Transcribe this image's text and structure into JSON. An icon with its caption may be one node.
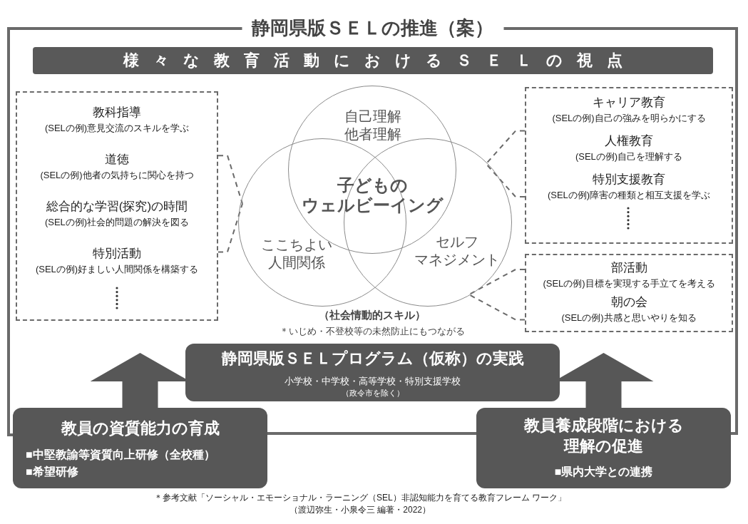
{
  "diagram": {
    "nodes": [
      {
        "text": [
          "静岡県版ＳＥＬの推進（案）"
        ]
      },
      {
        "text": [
          "様々な教育活動におけるＳＥＬの視点"
        ],
        "in": 0
      },
      {
        "text": [
          "教科指導",
          "(SELの例)意見交流のスキルを学ぶ",
          "道徳",
          "(SELの例)他者の気持ちに関心を持つ",
          "総合的な学習(探究)の時間",
          "(SELの例)社会的問題の解決を図る",
          "特別活動",
          "(SELの例)好ましい人間関係を構築する"
        ],
        "in": 0
      },
      {
        "text": [
          "自己理解他者理解"
        ],
        "in": 0
      },
      {
        "text": [
          "ここちよい人間関係"
        ],
        "in": 0
      },
      {
        "text": [
          "セルフマネジメント"
        ],
        "in": 0
      },
      {
        "text": [
          "キャリア教育",
          "(SELの例)自己の強みを明らかにする",
          "人権教育",
          "(SELの例)自己を理解する",
          "特別支援教育",
          "(SELの例)障害の種類と相互支援を学ぶ"
        ],
        "in": 0
      },
      {
        "text": [
          "部活動",
          "(SELの例)目標を実現する手立てを考える",
          "朝の会",
          "(SELの例)共感と思いやりを知る"
        ],
        "in": 0
      },
      {
        "text": [
          "静岡県版ＳＥＬプログラム（仮称）の実践",
          "小学校・中学校・高等学校・特別支援学校",
          "（政令市を除く）"
        ],
        "in": 0
      },
      {
        "text": [
          "教員の資質能力の育成",
          "■中堅教諭等資質向上研修（全校種）",
          "■希望研修"
        ]
      },
      {
        "text": [
          "教員養成段階における理解の促進",
          "■県内大学との連携"
        ]
      }
    ],
    "edges": [
      {
        "from": 2,
        "to": 4,
        "arrow": "none",
        "style": "dashed"
      },
      {
        "from": 6,
        "to": 5,
        "arrow": "none",
        "style": "dashed"
      },
      {
        "from": 7,
        "to": 5,
        "arrow": "none",
        "style": "dashed"
      },
      {
        "from": 9,
        "to": 0,
        "arrow": "to",
        "style": "thick"
      },
      {
        "from": 10,
        "to": 0,
        "arrow": "to",
        "style": "thick"
      }
    ],
    "labels": [
      "子どものウェルビーイング",
      "（社会情動的スキル）",
      "＊いじめ・不登校等の未然防止にもつながる",
      "＊参考文献「ソーシャル・エモーショナル・ラーニング（SEL）非認知能力を育てる教育フレーム ワーク」",
      "（渡辺弥生・小泉令三 編著・2022）"
    ]
  }
}
